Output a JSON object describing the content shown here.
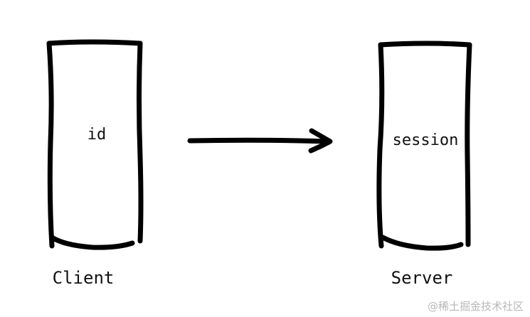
{
  "client": {
    "box_text": "id",
    "caption": "Client"
  },
  "server": {
    "box_text": "session",
    "caption": "Server"
  },
  "watermark": "@稀土掘金技术社区",
  "colors": {
    "ink": "#000000",
    "background": "#ffffff",
    "watermark": "#b8b8b8"
  }
}
